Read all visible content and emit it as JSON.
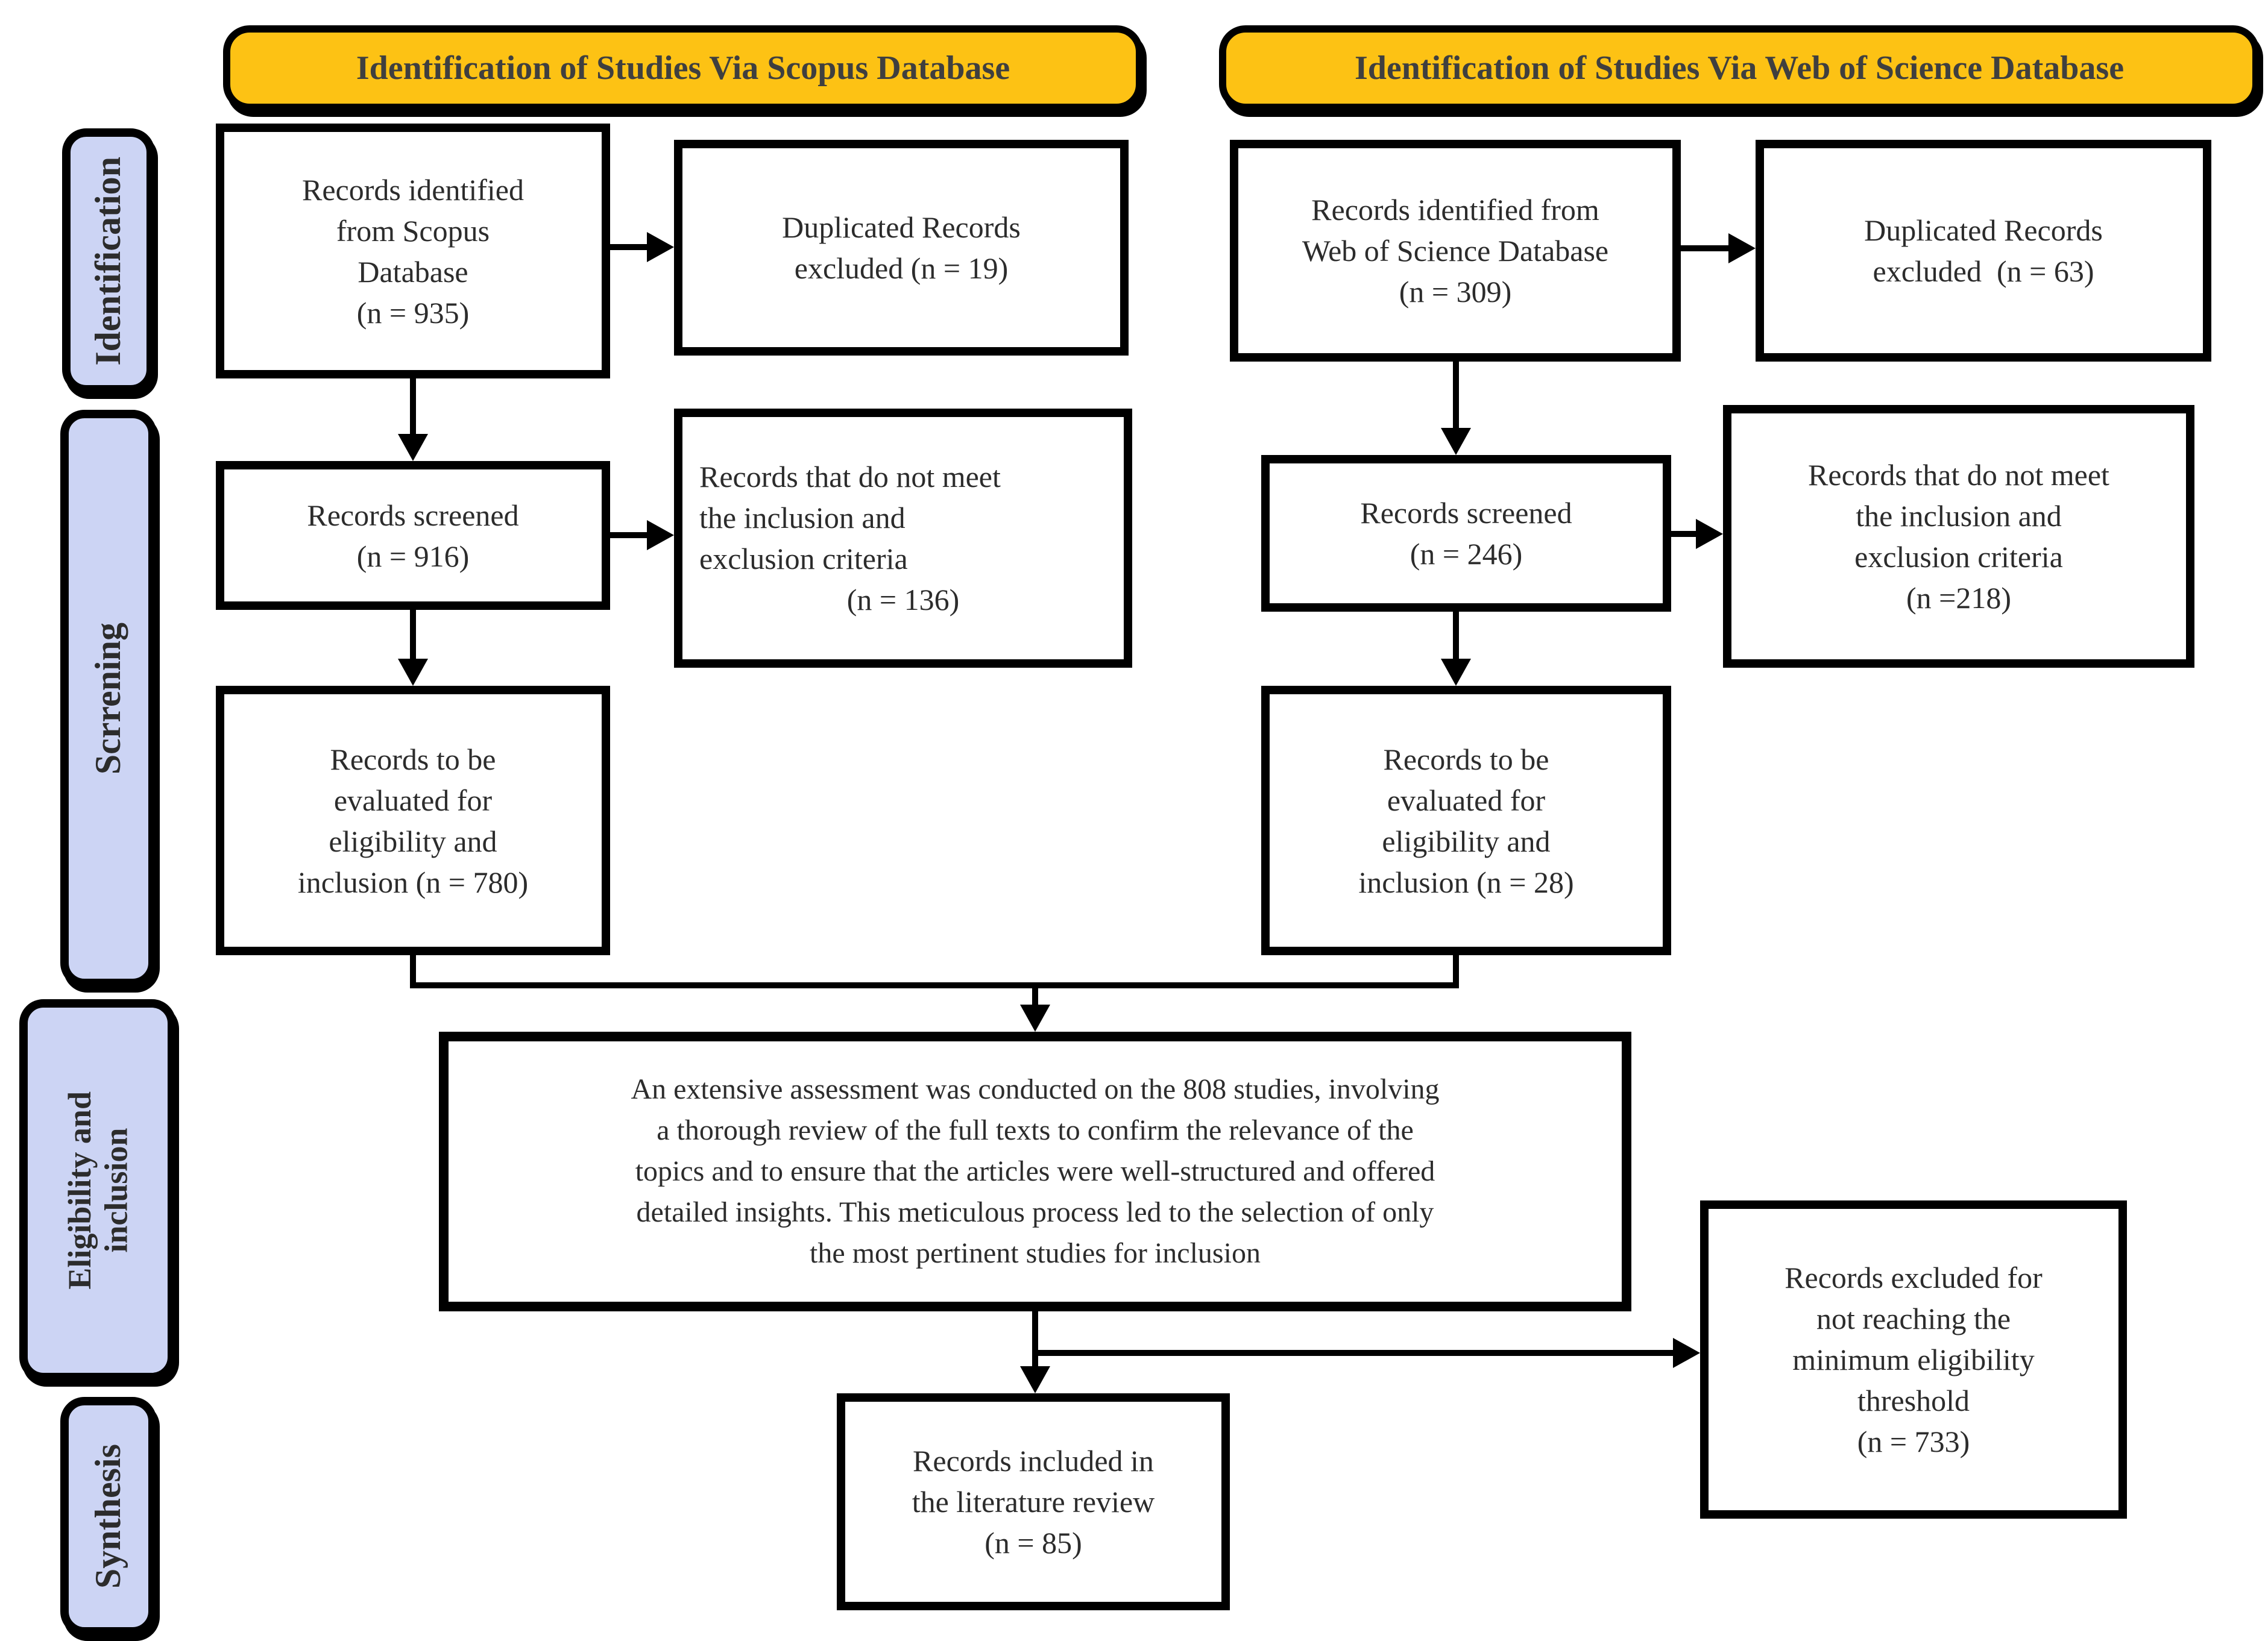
{
  "headers": {
    "scopus": "Identification of Studies Via Scopus Database",
    "wos": "Identification of Studies Via Web of Science  Database"
  },
  "sidebar": {
    "identification": "Identification",
    "screening": "Scrrening",
    "eligibility": "Eligibility and\ninclusion",
    "synthesis": "Synthesis"
  },
  "scopus": {
    "identified": "Records identified\nfrom Scopus\nDatabase\n(n = 935)",
    "duplicates": "Duplicated Records\nexcluded (n = 19)",
    "screened": "Records screened\n(n = 916)",
    "criteria_body": "Records that do not meet\nthe inclusion and\nexclusion criteria",
    "criteria_count": "(n = 136)",
    "evaluated": "Records to be\nevaluated for\neligibility and\ninclusion (n = 780)"
  },
  "wos": {
    "identified": "Records identified from\nWeb of Science Database\n(n = 309)",
    "duplicates": "Duplicated Records\nexcluded  (n = 63)",
    "screened": "Records screened\n(n = 246)",
    "criteria": "Records that do not meet\nthe inclusion and\nexclusion criteria\n(n =218)",
    "evaluated": "Records to be\nevaluated for\neligibility and\ninclusion (n = 28)"
  },
  "assessment": "An extensive assessment was conducted on the 808 studies, involving\na thorough review of the full texts to confirm the relevance of the\ntopics and to ensure that the articles were well-structured and offered\ndetailed insights. This meticulous process led to the selection of only\nthe most pertinent studies for inclusion",
  "included": "Records included in\nthe literature review\n(n = 85)",
  "excluded_threshold": "Records excluded for\nnot reaching the\nminimum eligibility\nthreshold\n(n = 733)",
  "colors": {
    "header_bg": "#fdc214",
    "stage_bg": "#ccd4f4",
    "border": "#000000",
    "text": "#2c2c2c",
    "header_text": "#3f3f3f"
  }
}
